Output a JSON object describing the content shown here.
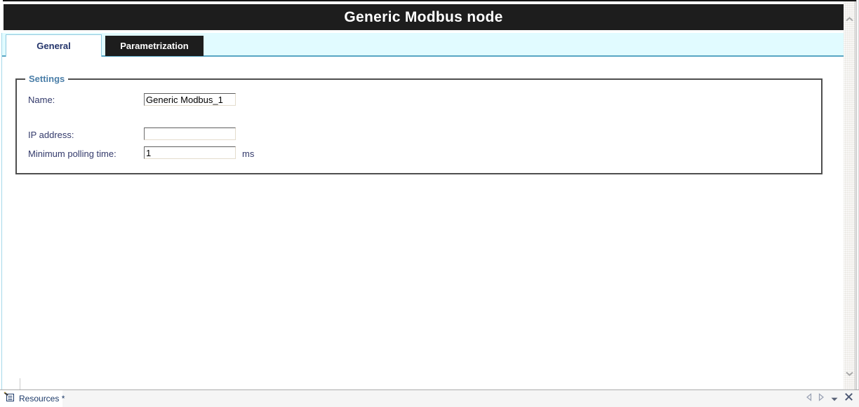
{
  "window": {
    "title": "Generic Modbus node",
    "colors": {
      "titlebar_bg": "#1d1d1d",
      "tab_strip_bg": "#e1fbff",
      "tab_strip_border": "#57a5c3",
      "active_tab_border": "#8ec9de",
      "label_text": "#333a6b",
      "legend_text": "#4a7ea8",
      "fieldset_border": "#4e4e4e",
      "statusbar_bg": "#f5f5f5",
      "nav_icon": "#5b6478"
    }
  },
  "tabs": [
    {
      "label": "General",
      "active": true
    },
    {
      "label": "Parametrization",
      "active": false
    }
  ],
  "settings": {
    "legend": "Settings",
    "fields": [
      {
        "label": "Name:",
        "value": "Generic Modbus_1",
        "suffix": ""
      },
      {
        "label": "IP address:",
        "value": "",
        "suffix": ""
      },
      {
        "label": "Minimum polling time:",
        "value": "1",
        "suffix": "ms"
      }
    ]
  },
  "scrollbar": {
    "up_icon": "chevron-up-icon",
    "down_icon": "chevron-down-icon"
  },
  "statusbar": {
    "document_tab": "Resources *",
    "icons": {
      "document_tab_icon": "notebook-pen-icon",
      "nav_prev": "triangle-left-icon",
      "nav_next": "triangle-right-icon",
      "nav_menu": "triangle-down-icon",
      "close": "x-icon"
    }
  }
}
